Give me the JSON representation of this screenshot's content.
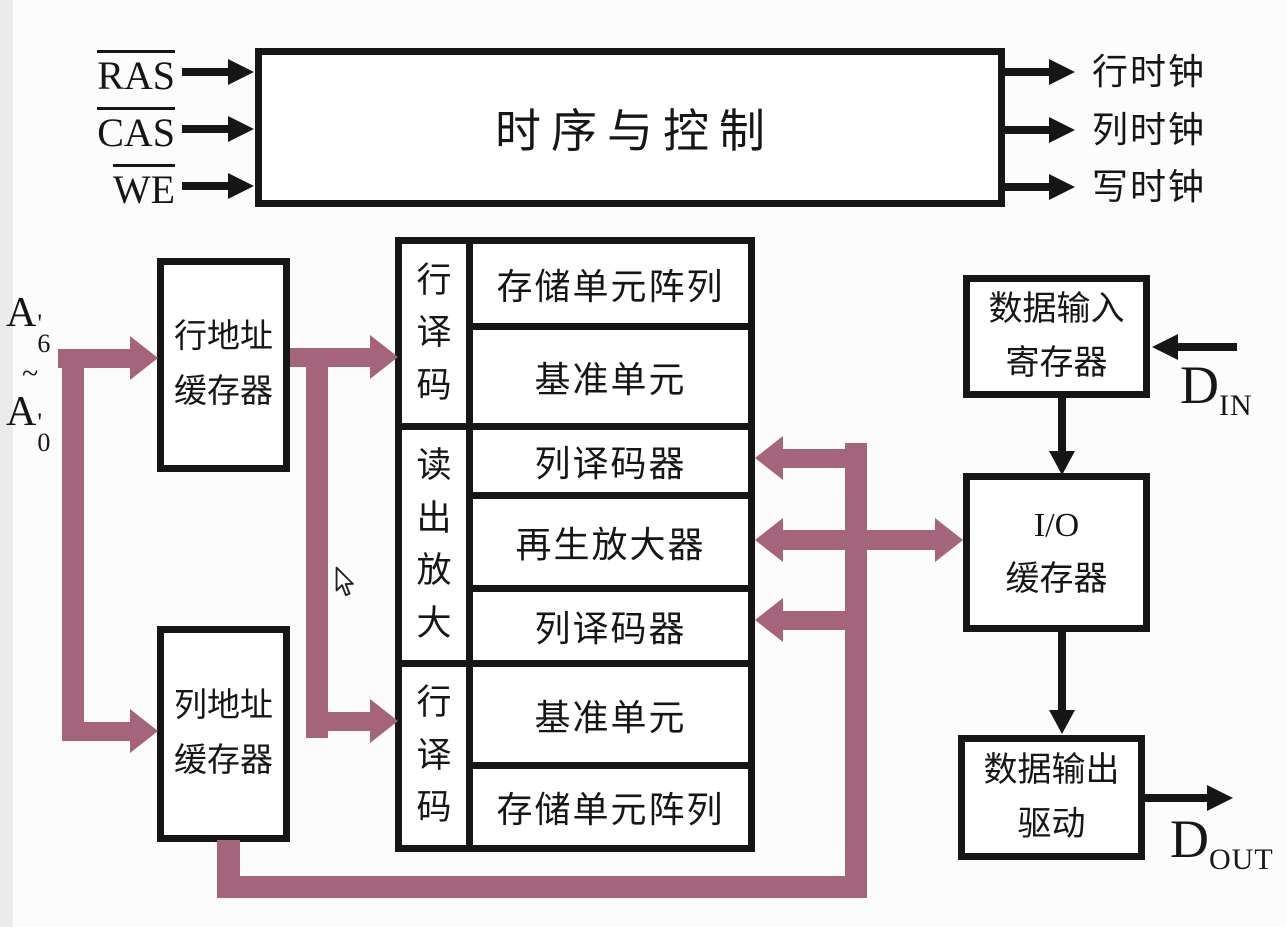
{
  "colors": {
    "line": "#a3647c",
    "ink": "#161616",
    "bg": "#fcfcfc"
  },
  "control_signals": [
    {
      "label": "RAS"
    },
    {
      "label": "CAS"
    },
    {
      "label": "WE"
    }
  ],
  "timing_box": {
    "label": "时序与控制"
  },
  "clock_outputs": [
    {
      "label": "行时钟"
    },
    {
      "label": "列时钟"
    },
    {
      "label": "写时钟"
    }
  ],
  "address_input": {
    "top": {
      "letter": "A",
      "prime": "'",
      "sub": "6"
    },
    "tilde": "~",
    "bottom": {
      "letter": "A",
      "prime": "'",
      "sub": "0"
    }
  },
  "row_address_buffer": {
    "line1": "行地址",
    "line2": "缓存器"
  },
  "col_address_buffer": {
    "line1": "列地址",
    "line2": "缓存器"
  },
  "core": {
    "sections": [
      {
        "label": "行译码"
      },
      {
        "label": "读出放大"
      },
      {
        "label": "行译码"
      }
    ],
    "cells": [
      "存储单元阵列",
      "基准单元",
      "列译码器",
      "再生放大器",
      "列译码器",
      "基准单元",
      "存储单元阵列"
    ]
  },
  "data_in_register": {
    "line1": "数据输入",
    "line2": "寄存器"
  },
  "io_buffer": {
    "line1": "I/O",
    "line2": "缓存器"
  },
  "data_out_driver": {
    "line1": "数据输出",
    "line2": "驱动"
  },
  "din": {
    "main": "D",
    "sub": "IN"
  },
  "dout": {
    "main": "D",
    "sub": "OUT"
  }
}
